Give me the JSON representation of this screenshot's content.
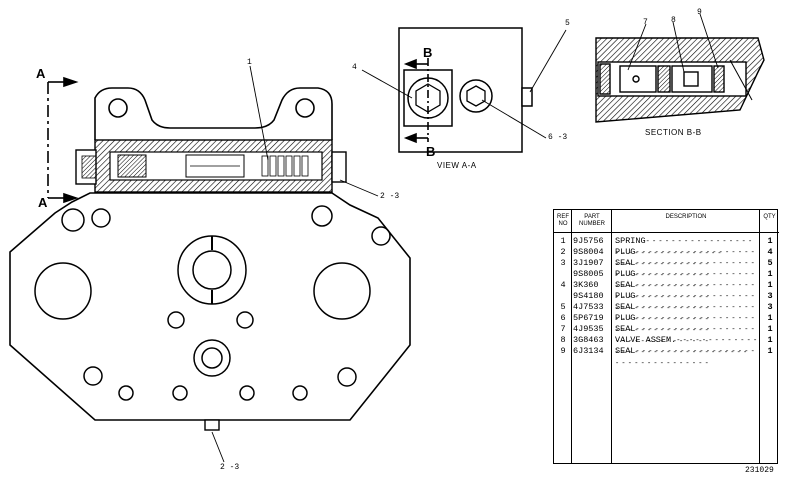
{
  "callouts": {
    "c1": "1",
    "c2_3_right": "2 -3",
    "c2_3_bottom": "2 -3",
    "c4": "4",
    "c5": "5",
    "c6_3": "6 -3",
    "c7": "7",
    "c8": "8",
    "c9": "9"
  },
  "section_marks": {
    "a_top": "A",
    "a_bottom": "A",
    "b_top": "B",
    "b_bottom": "B"
  },
  "captions": {
    "view_aa": "VIEW A-A",
    "section_bb": "SECTION B-B"
  },
  "parts_table": {
    "headers": {
      "ref": "REF NO",
      "part": "PART NUMBER",
      "desc": "DESCRIPTION",
      "qty": "QTY"
    },
    "rows": [
      {
        "ref": "1",
        "part": "9J5756",
        "desc": "SPRING",
        "qty": "1"
      },
      {
        "ref": "2",
        "part": "9S8004",
        "desc": "PLUG",
        "qty": "4"
      },
      {
        "ref": "3",
        "part": "3J1907",
        "desc": "SEAL",
        "qty": "5"
      },
      {
        "ref": "",
        "part": "9S8005",
        "desc": "PLUG",
        "qty": "1"
      },
      {
        "ref": "4",
        "part": "3K360",
        "desc": "SEAL",
        "qty": "1"
      },
      {
        "ref": "",
        "part": "9S4180",
        "desc": "PLUG",
        "qty": "3"
      },
      {
        "ref": "5",
        "part": "4J7533",
        "desc": "SEAL",
        "qty": "3"
      },
      {
        "ref": "6",
        "part": "5P6719",
        "desc": "PLUG",
        "qty": "1"
      },
      {
        "ref": "7",
        "part": "4J9535",
        "desc": "SEAL",
        "qty": "1"
      },
      {
        "ref": "8",
        "part": "3G8463",
        "desc": "VALVE ASSEM.",
        "qty": "1"
      },
      {
        "ref": "9",
        "part": "6J3134",
        "desc": "SEAL",
        "qty": "1"
      }
    ]
  },
  "drawing_number": "231029"
}
